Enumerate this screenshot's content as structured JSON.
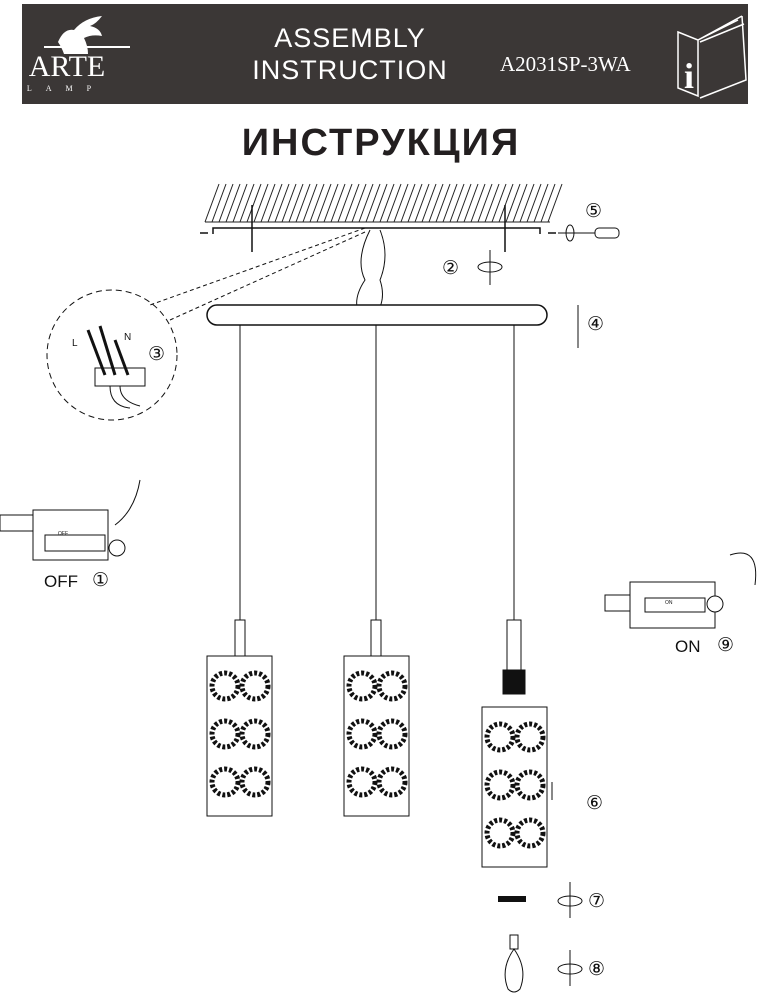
{
  "header": {
    "brand": "ARTE",
    "brand_sub": "LAMP",
    "title_line1": "ASSEMBLY",
    "title_line2": "INSTRUCTION",
    "model": "A2031SP-3WA",
    "info_icon": "manual-info-icon"
  },
  "page_title": "ИНСТРУКЦИЯ",
  "steps": {
    "off_label": "OFF",
    "off_num": "①",
    "s2": "②",
    "s3": "③",
    "s4": "④",
    "s5": "⑤",
    "s6": "⑥",
    "s7": "⑦",
    "s8": "⑧",
    "on_label": "ON",
    "on_num": "⑨"
  },
  "wiring": {
    "live": "L",
    "neutral": "N"
  },
  "switch": {
    "off": "OFF",
    "on": "ON"
  }
}
